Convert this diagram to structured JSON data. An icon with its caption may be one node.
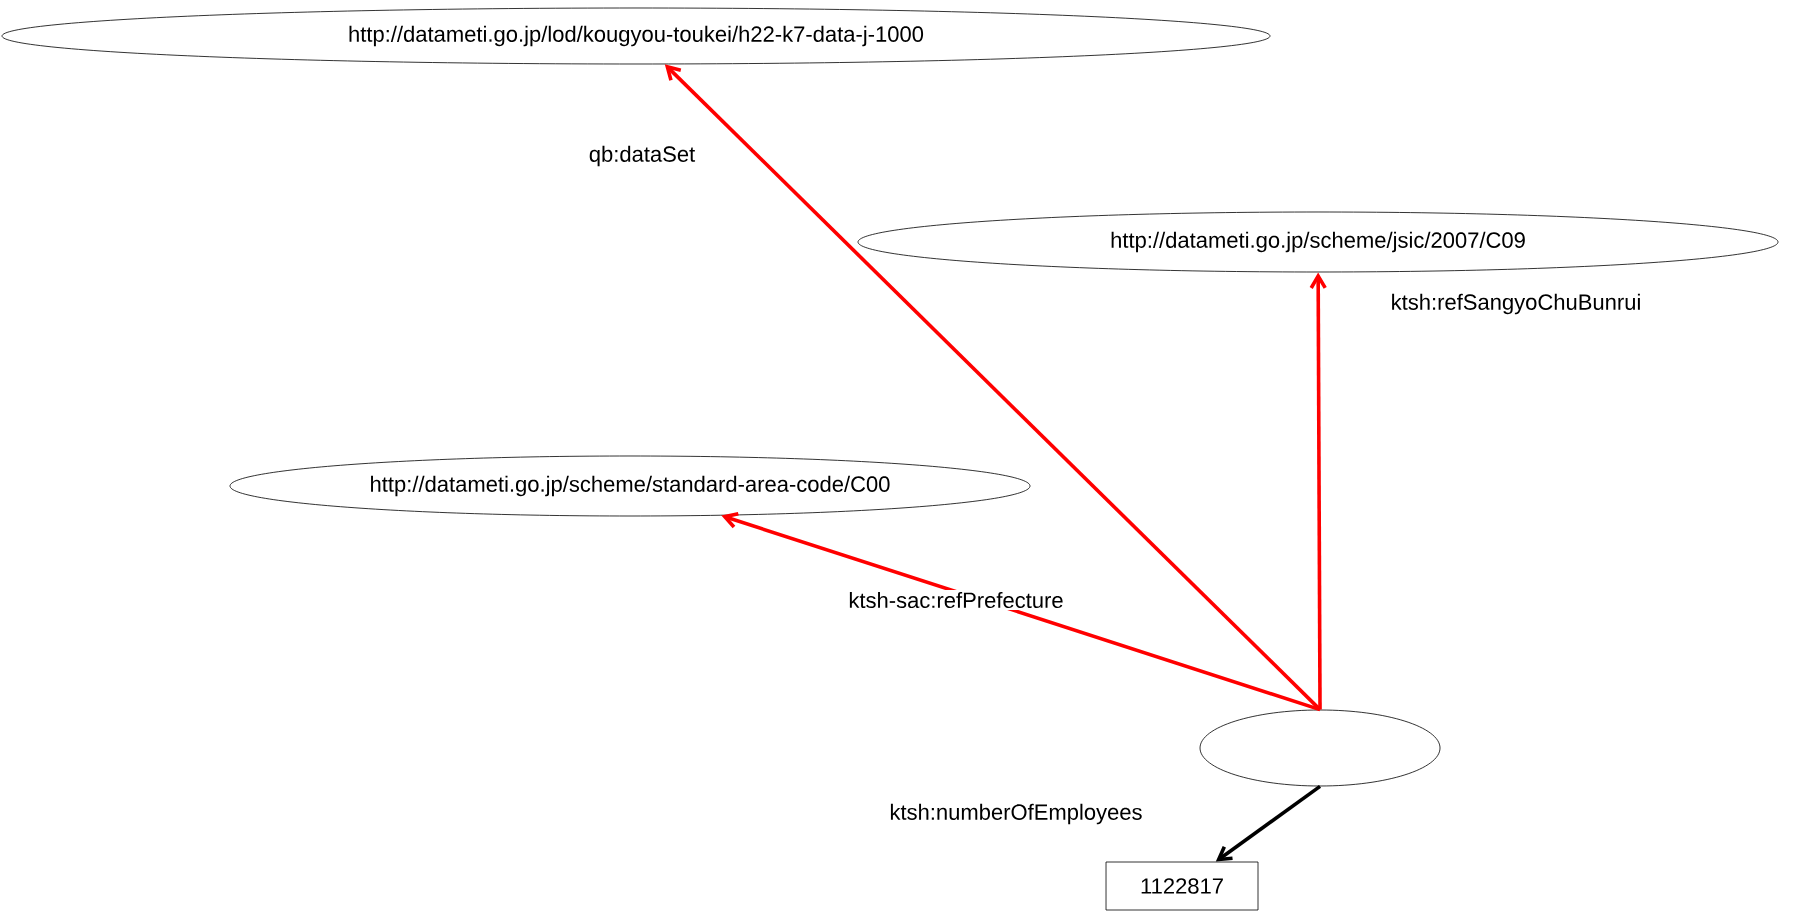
{
  "diagram": {
    "nodes": [
      {
        "text": [
          "http://datameti.go.jp/lod/kougyou-toukei/h22-k7-data-j-1000"
        ]
      },
      {
        "text": [
          "http://datameti.go.jp/scheme/jsic/2007/C09"
        ]
      },
      {
        "text": [
          "http://datameti.go.jp/scheme/standard-area-code/C00"
        ]
      },
      {
        "text": [],
        "shape": "ellipse"
      },
      {
        "text": [
          "1122817"
        ]
      }
    ],
    "edges": [
      {
        "from": 3,
        "to": 0,
        "arrow": "to",
        "label": "qb:dataSet"
      },
      {
        "from": 3,
        "to": 1,
        "arrow": "to",
        "label": "ktsh:refSangyoChuBunrui"
      },
      {
        "from": 3,
        "to": 2,
        "arrow": "to",
        "label": "ktsh-sac:refPrefecture"
      },
      {
        "from": 3,
        "to": 4,
        "arrow": "to",
        "label": "ktsh:numberOfEmployees",
        "color": "#000000"
      }
    ]
  }
}
